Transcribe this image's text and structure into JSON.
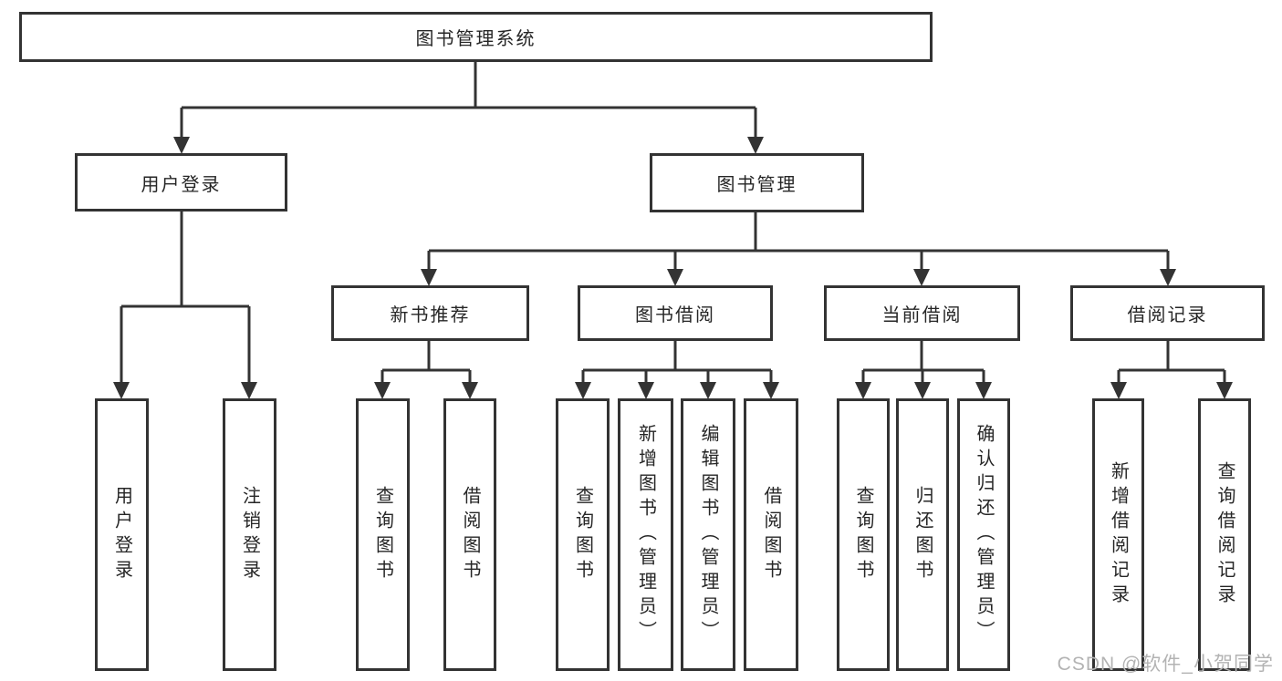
{
  "diagram_type": "hierarchy-tree",
  "colors": {
    "line": "#333333",
    "box_border": "#333333",
    "box_background": "#ffffff",
    "text": "#262626",
    "watermark": "#b3b3b3",
    "page_background": "#ffffff"
  },
  "tree": {
    "root": {
      "label": "图书管理系统"
    },
    "user_login": {
      "label": "用户登录",
      "children": [
        "用户登录",
        "注销登录"
      ]
    },
    "book_management": {
      "label": "图书管理",
      "sections": [
        {
          "label": "新书推荐",
          "children": [
            "查询图书",
            "借阅图书"
          ]
        },
        {
          "label": "图书借阅",
          "children": [
            "查询图书",
            "新增图书（管理员）",
            "编辑图书（管理员）",
            "借阅图书"
          ]
        },
        {
          "label": "当前借阅",
          "children": [
            "查询图书",
            "归还图书",
            "确认归还（管理员）"
          ]
        },
        {
          "label": "借阅记录",
          "children": [
            "新增借阅记录",
            "查询借阅记录"
          ]
        }
      ]
    }
  },
  "watermark": {
    "text": "CSDN @软件_小贺同学"
  }
}
